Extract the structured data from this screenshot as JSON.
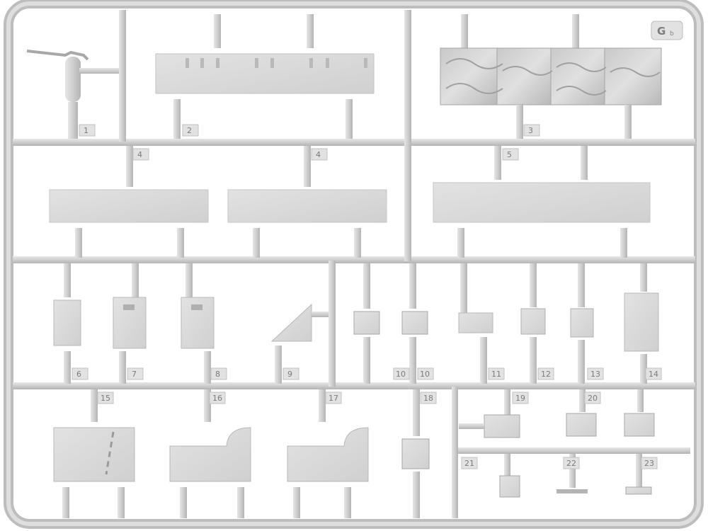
{
  "sprue": {
    "letter": "G",
    "sub": "b",
    "part_numbers": [
      "1",
      "2",
      "3",
      "4",
      "4",
      "5",
      "6",
      "7",
      "8",
      "9",
      "10",
      "10",
      "11",
      "12",
      "13",
      "14",
      "15",
      "16",
      "17",
      "18",
      "19",
      "20",
      "21",
      "22",
      "23"
    ]
  },
  "colors": {
    "background": "#ffffff",
    "plastic": "#d2d2d2",
    "plastic_light": "#dcdcdc",
    "plastic_dark": "#a9a9a9",
    "frame_outline": "#b4b4b4"
  }
}
